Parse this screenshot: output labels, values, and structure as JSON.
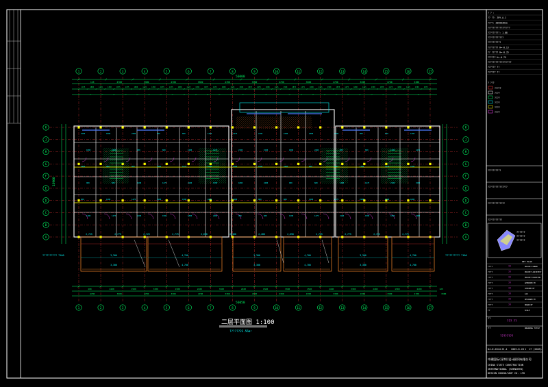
{
  "drawing": {
    "title": "二层平面图 1:100",
    "area_note": "??????23.56m²",
    "overall_top_dim": "56000",
    "overall_bottom_dim": "56050",
    "left_height_dim": "16900",
    "left_level_label": "??????????\n7100",
    "right_level_label": "??????????\n7100",
    "grid_letters_left": [
      "K",
      "J",
      "H",
      "G",
      "F",
      "E",
      "D",
      "C",
      "B",
      "A"
    ],
    "grid_letters_right": [
      "K",
      "J",
      "H",
      "G",
      "F",
      "E",
      "D",
      "C",
      "B",
      "A"
    ],
    "grid_numbers_top": [
      "1",
      "2",
      "3",
      "4",
      "5",
      "6",
      "7",
      "8",
      "9",
      "10",
      "11",
      "12",
      "13",
      "14",
      "15",
      "16",
      "17"
    ],
    "grid_numbers_bottom": [
      "1",
      "2",
      "3",
      "4",
      "5",
      "6",
      "7",
      "8",
      "9",
      "10",
      "11",
      "12",
      "13",
      "14",
      "15",
      "16",
      "17"
    ],
    "top_dims_row1": [
      "125",
      "4700",
      "3300",
      "4700",
      "3300",
      "4700",
      "3300",
      "4700",
      "3300",
      "4700",
      "3300",
      "4700",
      "3300",
      "125"
    ],
    "bottom_dims_row1": [
      "200",
      "2400",
      "1500",
      "3300",
      "1500",
      "2400",
      "3300",
      "2400",
      "1500",
      "3300",
      "1500",
      "2400",
      "3300",
      "2400",
      "1500",
      "2400",
      "125"
    ],
    "balcony_dims": [
      "3,300",
      "4,700",
      "3,300",
      "4,700",
      "3,300",
      "4,700",
      "3,300",
      "4,700"
    ],
    "room_dims": [
      "2,725",
      "2,775",
      "2,725",
      "2,775",
      "2,650",
      "2,400",
      "2,400",
      "2,650",
      "2,725",
      "2,775",
      "2,725",
      "2,775"
    ]
  },
  "title_block": {
    "rows_top": [
      "? ? :",
      "?? ??:  ZHY-A-1",
      "????: 20050302a",
      "?????????????????",
      "?????????: 1.88",
      "????????????",
      "??????????",
      "????????  H=-0.13",
      "?? ?????   H=-0.35",
      "??????    H=-0.75",
      "??????????????????",
      "??????  ??",
      "??????  ??"
    ],
    "legend_title": "?  ???",
    "legend_items": [
      "?????",
      "????",
      "????",
      "????",
      "????",
      "????"
    ],
    "notes": [
      "??????????",
      "???????????????",
      "?????????????",
      "???????????"
    ],
    "key_plan_labels": [
      "??????",
      "??????",
      "??????"
    ],
    "key_plan_title": "KEY PLAN",
    "info_rows": [
      {
        "cn": "????",
        "en": "PROJECT OWNER",
        "val": "??"
      },
      {
        "cn": "????",
        "en": "PROJECT ARCHITECT",
        "val": "??"
      },
      {
        "cn": "????",
        "en": "PROJECT DIRECTOR",
        "val": "??"
      },
      {
        "cn": "????",
        "en": "APPROVED BY",
        "val": "??"
      },
      {
        "cn": "????",
        "en": "CHECKED BY",
        "val": "??"
      },
      {
        "cn": "????",
        "en": "CAD",
        "val": "??"
      },
      {
        "cn": "????",
        "en": "DESIGNED BY",
        "val": "??"
      },
      {
        "cn": "????",
        "en": "DRAWN BY",
        "val": "??"
      },
      {
        "cn": "??",
        "en": "SCALE",
        "val": ""
      }
    ],
    "project_name_label": "??",
    "project_name": "???  ??",
    "drawing_name_label": "??",
    "drawing_no_label": "DRAWING TITLE",
    "drawing_name": "????????",
    "footer_code": "04-D-0344",
    "footer_sheet": "JS-4",
    "footer_date": "2005.8.26",
    "footer_sheet_no": "1",
    "footer_total": "17 (2005)",
    "company_cn": "中建国际(深圳)设计顾问有限公司",
    "company_en_1": "CHINA STATE CONSTRUCTION",
    "company_en_2": "INTERNATIONAL (SHENZHEN)",
    "company_en_3": "DESIGN CONSULTANT CO. LTD"
  },
  "colors": {
    "background": "#000000",
    "frame": "#ffffff",
    "grid_line": "#ff3b3b",
    "wall": "#ffffff",
    "dimension": "#00ff66",
    "annotation": "#00ffff",
    "column": "#ffff00",
    "hatch": "#ff8c2b",
    "magenta": "#ff44ff",
    "blue": "#4d7cff"
  }
}
